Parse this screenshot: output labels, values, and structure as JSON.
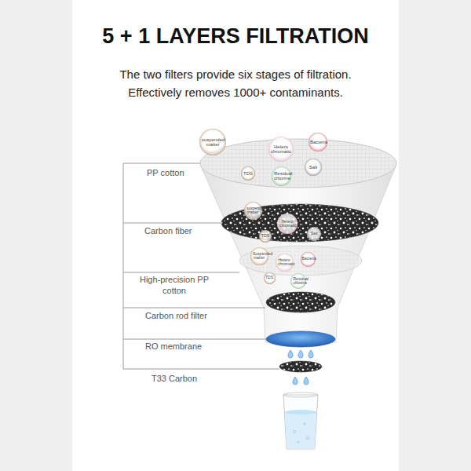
{
  "diagram": {
    "title": "5 + 1 LAYERS FILTRATION",
    "nodes": [
      {
        "text": [
          "suspended matter"
        ]
      },
      {
        "text": [
          "Hetero chromatic"
        ]
      },
      {
        "text": [
          "Bacteria"
        ]
      },
      {
        "text": [
          "TDS"
        ]
      },
      {
        "text": [
          "Residual chlorine"
        ]
      },
      {
        "text": [
          "Salt"
        ]
      },
      {
        "text": [
          "suspended matter"
        ]
      },
      {
        "text": [
          "Hetero chromatic"
        ]
      },
      {
        "text": [
          "Salt"
        ]
      },
      {
        "text": [
          "TDS"
        ]
      },
      {
        "text": [
          "Suspended matter"
        ]
      },
      {
        "text": [
          "Hetero chromatic"
        ]
      },
      {
        "text": [
          "Bacteria"
        ]
      },
      {
        "text": [
          "TDS"
        ]
      },
      {
        "text": [
          "Residual chlorine"
        ]
      }
    ],
    "labels": [
      "The two filters provide six stages of filtration.",
      "Effectively removes 1000+ contaminants.",
      "PP cotton",
      "Carbon fiber",
      "High-precision PP cotton",
      "Carbon rod filter",
      "RO membrane",
      "T33 Carbon"
    ]
  }
}
